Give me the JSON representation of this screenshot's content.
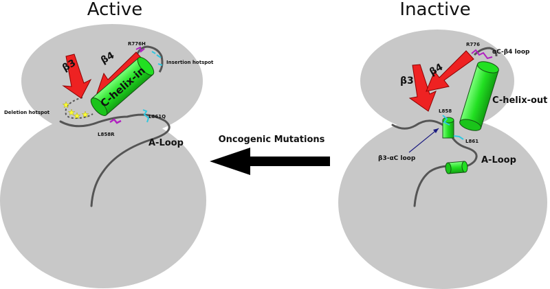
{
  "titles": {
    "active": "Active",
    "inactive": "Inactive"
  },
  "arrow_label": "Oncogenic Mutations",
  "active": {
    "beta3": "β3",
    "beta4": "β4",
    "helix": "C-helix-in",
    "aloop": "A-Loop",
    "r776": "R776H",
    "insertion": "Insertion hotspot",
    "deletion": "Deletion hotspot",
    "l861": "L861Q",
    "l858": "L858R"
  },
  "inactive": {
    "beta3": "β3",
    "beta4": "β4",
    "helix": "C-helix-out",
    "aloop": "A-Loop",
    "r776": "R776",
    "ac_b4_loop": "αC-β4 loop",
    "b3_ac_loop": "β3-αC loop",
    "l858": "L858",
    "l861": "L861"
  },
  "colors": {
    "lobe": "#c8c8c8",
    "helix": "#22e022",
    "strand": "#ee2222",
    "loop": "#555555",
    "magenta": "#b020c0",
    "cyan": "#30c8e0",
    "navy": "#1a1a80",
    "star": "#ffff33",
    "big_arrow": "#000000"
  }
}
